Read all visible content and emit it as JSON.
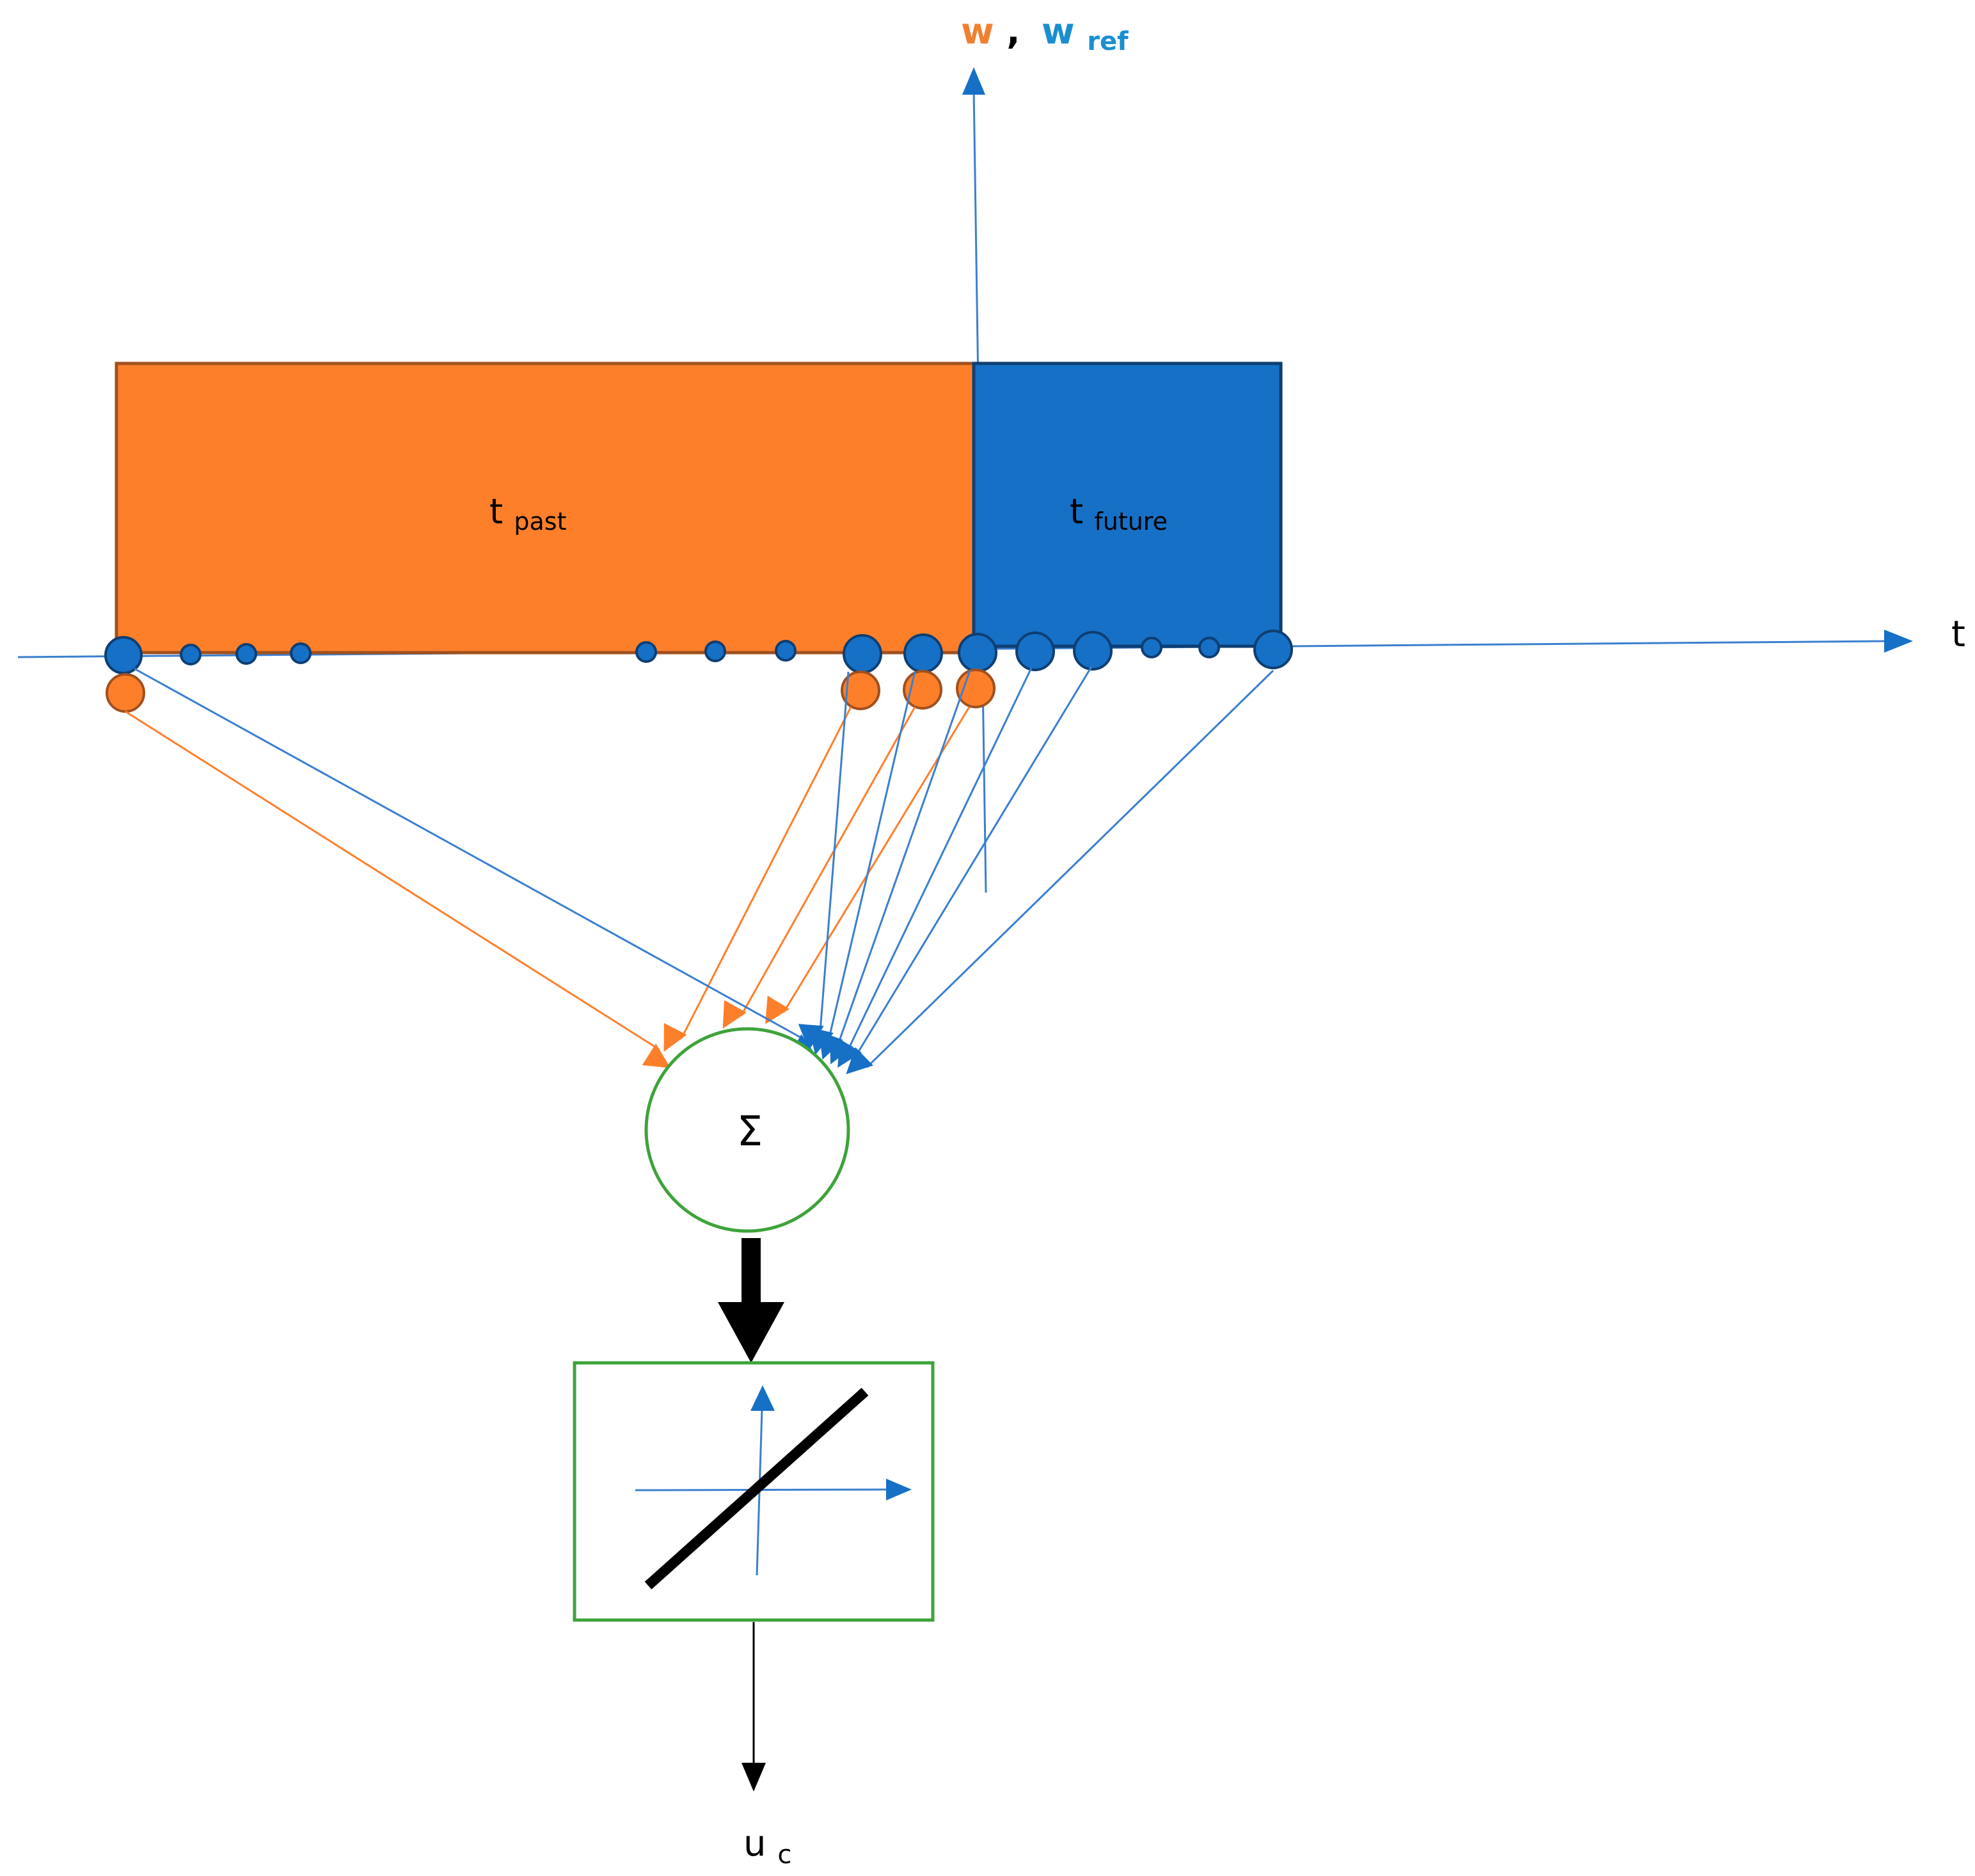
{
  "axes": {
    "y_label": {
      "main_orange": "w",
      "comma": ",",
      "main_blue": "w",
      "sub_blue": "ref"
    },
    "x_label": "t"
  },
  "blocks": {
    "past": {
      "main": "t",
      "sub": "past"
    },
    "future": {
      "main": "t",
      "sub": "future"
    }
  },
  "sum_node": {
    "symbol": "Σ"
  },
  "output": {
    "main": "u",
    "sub": "c"
  },
  "colors": {
    "orange": "#FE7F2A",
    "orange_stroke": "#A0501E",
    "blue": "#1670C6",
    "blue_stroke": "#0E3E72",
    "blue_line": "#3A7FD0",
    "green": "#3EA33A",
    "black": "#000000",
    "label_orange": "#F08030",
    "label_blue": "#1A8FD0"
  }
}
